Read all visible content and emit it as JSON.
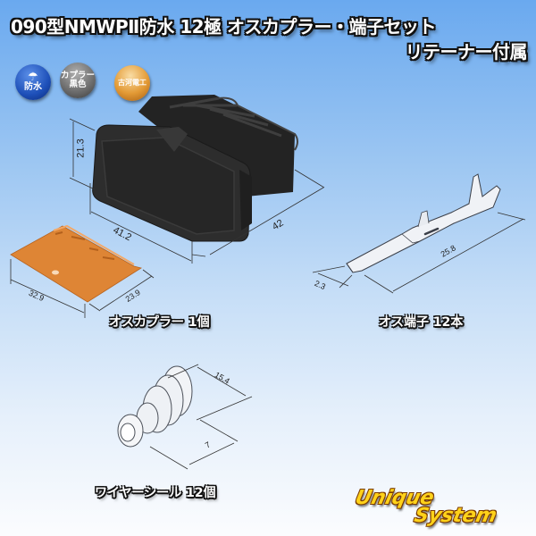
{
  "title": {
    "line1": "090型NMWPⅡ防水 12極 オスカプラー・端子セット",
    "line2": "リテーナー付属"
  },
  "badges": [
    {
      "icon": "umbrella-icon",
      "glyph": "☂",
      "label": "防水",
      "color": "#1d4fb8"
    },
    {
      "label_line1": "カプラー",
      "label_line2": "黒色",
      "color": "#707070"
    },
    {
      "label": "古河電工",
      "color": "#e39a35"
    }
  ],
  "parts": {
    "coupler": {
      "label": "オスカプラー 1個",
      "color": "#2b2b2b",
      "dims": {
        "height": "21.3",
        "width": "41.2",
        "depth": "42"
      }
    },
    "retainer": {
      "color": "#e0883a",
      "dims": {
        "length": "32.9",
        "width": "23.9"
      }
    },
    "terminal": {
      "label": "オス端子 12本",
      "dims": {
        "width": "2.3",
        "length": "25.8"
      }
    },
    "seal": {
      "label": "ワイヤーシール 12個",
      "dims": {
        "diameter": "15.4",
        "length": "7"
      }
    }
  },
  "logo": {
    "line1": "Unique",
    "line2": "System"
  }
}
